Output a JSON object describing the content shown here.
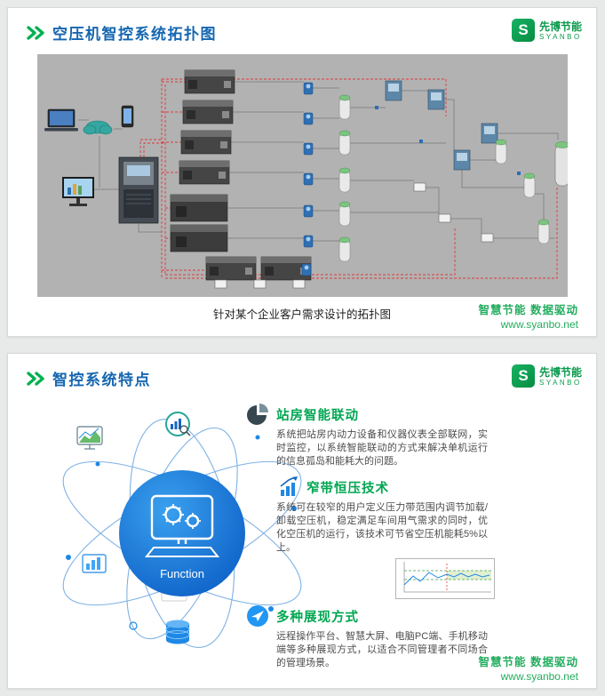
{
  "slide1": {
    "title": "空压机智控系统拓扑图",
    "caption": "针对某个企业客户需求设计的拓扑图",
    "slogan": "智慧节能 数据驱动",
    "url": "www.syanbo.net",
    "logo_name": "先博节能",
    "logo_sub": "SYANBO"
  },
  "slide2": {
    "title": "智控系统特点",
    "center_label": "Function",
    "features": [
      {
        "title": "站房智能联动",
        "body": "系统把站房内动力设备和仪器仪表全部联网，实时监控，以系统智能联动的方式来解决单机运行的信息孤岛和能耗大的问题。"
      },
      {
        "title": "窄带恒压技术",
        "body": "系统可在较窄的用户定义压力带范围内调节加载/卸载空压机，稳定满足车间用气需求的同时，优化空压机的运行，该技术可节省空压机能耗5%以上。"
      },
      {
        "title": "多种展现方式",
        "body": "远程操作平台、智慧大屏、电脑PC端、手机移动端等多种展现方式，以适合不同管理者不同场合的管理场景。"
      }
    ],
    "slogan": "智慧节能 数据驱动",
    "url": "www.syanbo.net",
    "logo_name": "先博节能",
    "logo_sub": "SYANBO"
  }
}
